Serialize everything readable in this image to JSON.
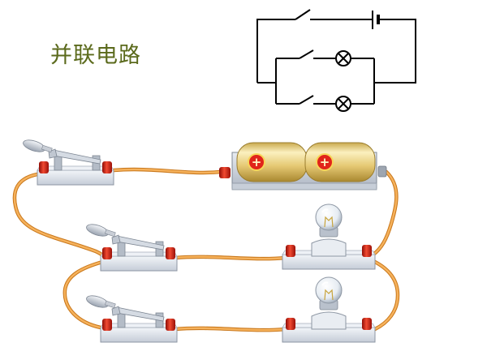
{
  "title": "并联电路",
  "colors": {
    "wire": "#f4a84a",
    "wire_edge": "#c9781c",
    "terminal": "#d81f12",
    "base": "#dfe4ec",
    "battery": "#e8cf7d",
    "schematic": "#000000"
  },
  "components": [
    {
      "kind": "switch",
      "name": "main-switch"
    },
    {
      "kind": "battery",
      "name": "battery-pack",
      "cells": 2,
      "cell_symbol": "+"
    },
    {
      "kind": "switch",
      "name": "branch-switch-1"
    },
    {
      "kind": "lamp",
      "name": "branch-lamp-1"
    },
    {
      "kind": "switch",
      "name": "branch-switch-2"
    },
    {
      "kind": "lamp",
      "name": "branch-lamp-2"
    }
  ],
  "schematic": {
    "main_branch": [
      "switch",
      "battery"
    ],
    "parallel_branches": [
      [
        "switch",
        "lamp"
      ],
      [
        "switch",
        "lamp"
      ]
    ]
  },
  "icons": [
    "switch-symbol-icon",
    "battery-symbol-icon",
    "lamp-symbol-icon",
    "knife-switch-icon",
    "light-bulb-icon",
    "battery-cell-icon"
  ]
}
